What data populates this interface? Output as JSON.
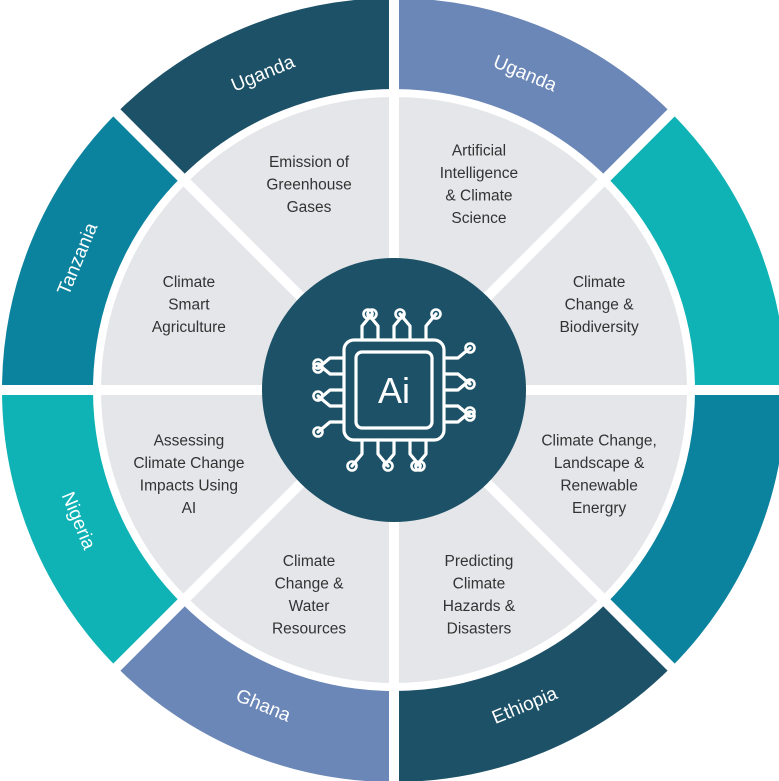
{
  "center": {
    "label": "Ai",
    "icon": "ai-chip-icon"
  },
  "colors": {
    "background": "#ffffff",
    "inner_ring": "#e4e6e9",
    "center": "#1c5167",
    "separator": "#ffffff"
  },
  "segments": [
    {
      "country": "Uganda",
      "ring_color": "#6b87b7",
      "topic_lines": [
        "Artificial",
        "Intelligence",
        "& Climate",
        "Science"
      ]
    },
    {
      "country": "",
      "ring_color": "#0fb3b5",
      "topic_lines": [
        "Climate",
        "Change &",
        "Biodiversity"
      ]
    },
    {
      "country": "",
      "ring_color": "#0b839e",
      "topic_lines": [
        "Climate Change,",
        "Landscape &",
        "Renewable",
        "Energry"
      ]
    },
    {
      "country": "Ethiopia",
      "ring_color": "#1c5167",
      "topic_lines": [
        "Predicting",
        "Climate",
        "Hazards &",
        "Disasters"
      ]
    },
    {
      "country": "Ghana",
      "ring_color": "#6b87b7",
      "topic_lines": [
        "Climate",
        "Change &",
        "Water",
        "Resources"
      ]
    },
    {
      "country": "Nigeria",
      "ring_color": "#0fb3b5",
      "topic_lines": [
        "Assessing",
        "Climate Change",
        "Impacts Using",
        "AI"
      ]
    },
    {
      "country": "Tanzania",
      "ring_color": "#0b839e",
      "topic_lines": [
        "Climate",
        "Smart",
        "Agriculture"
      ]
    },
    {
      "country": "Uganda",
      "ring_color": "#1c5167",
      "topic_lines": [
        "Emission of",
        "Greenhouse",
        "Gases"
      ]
    }
  ]
}
